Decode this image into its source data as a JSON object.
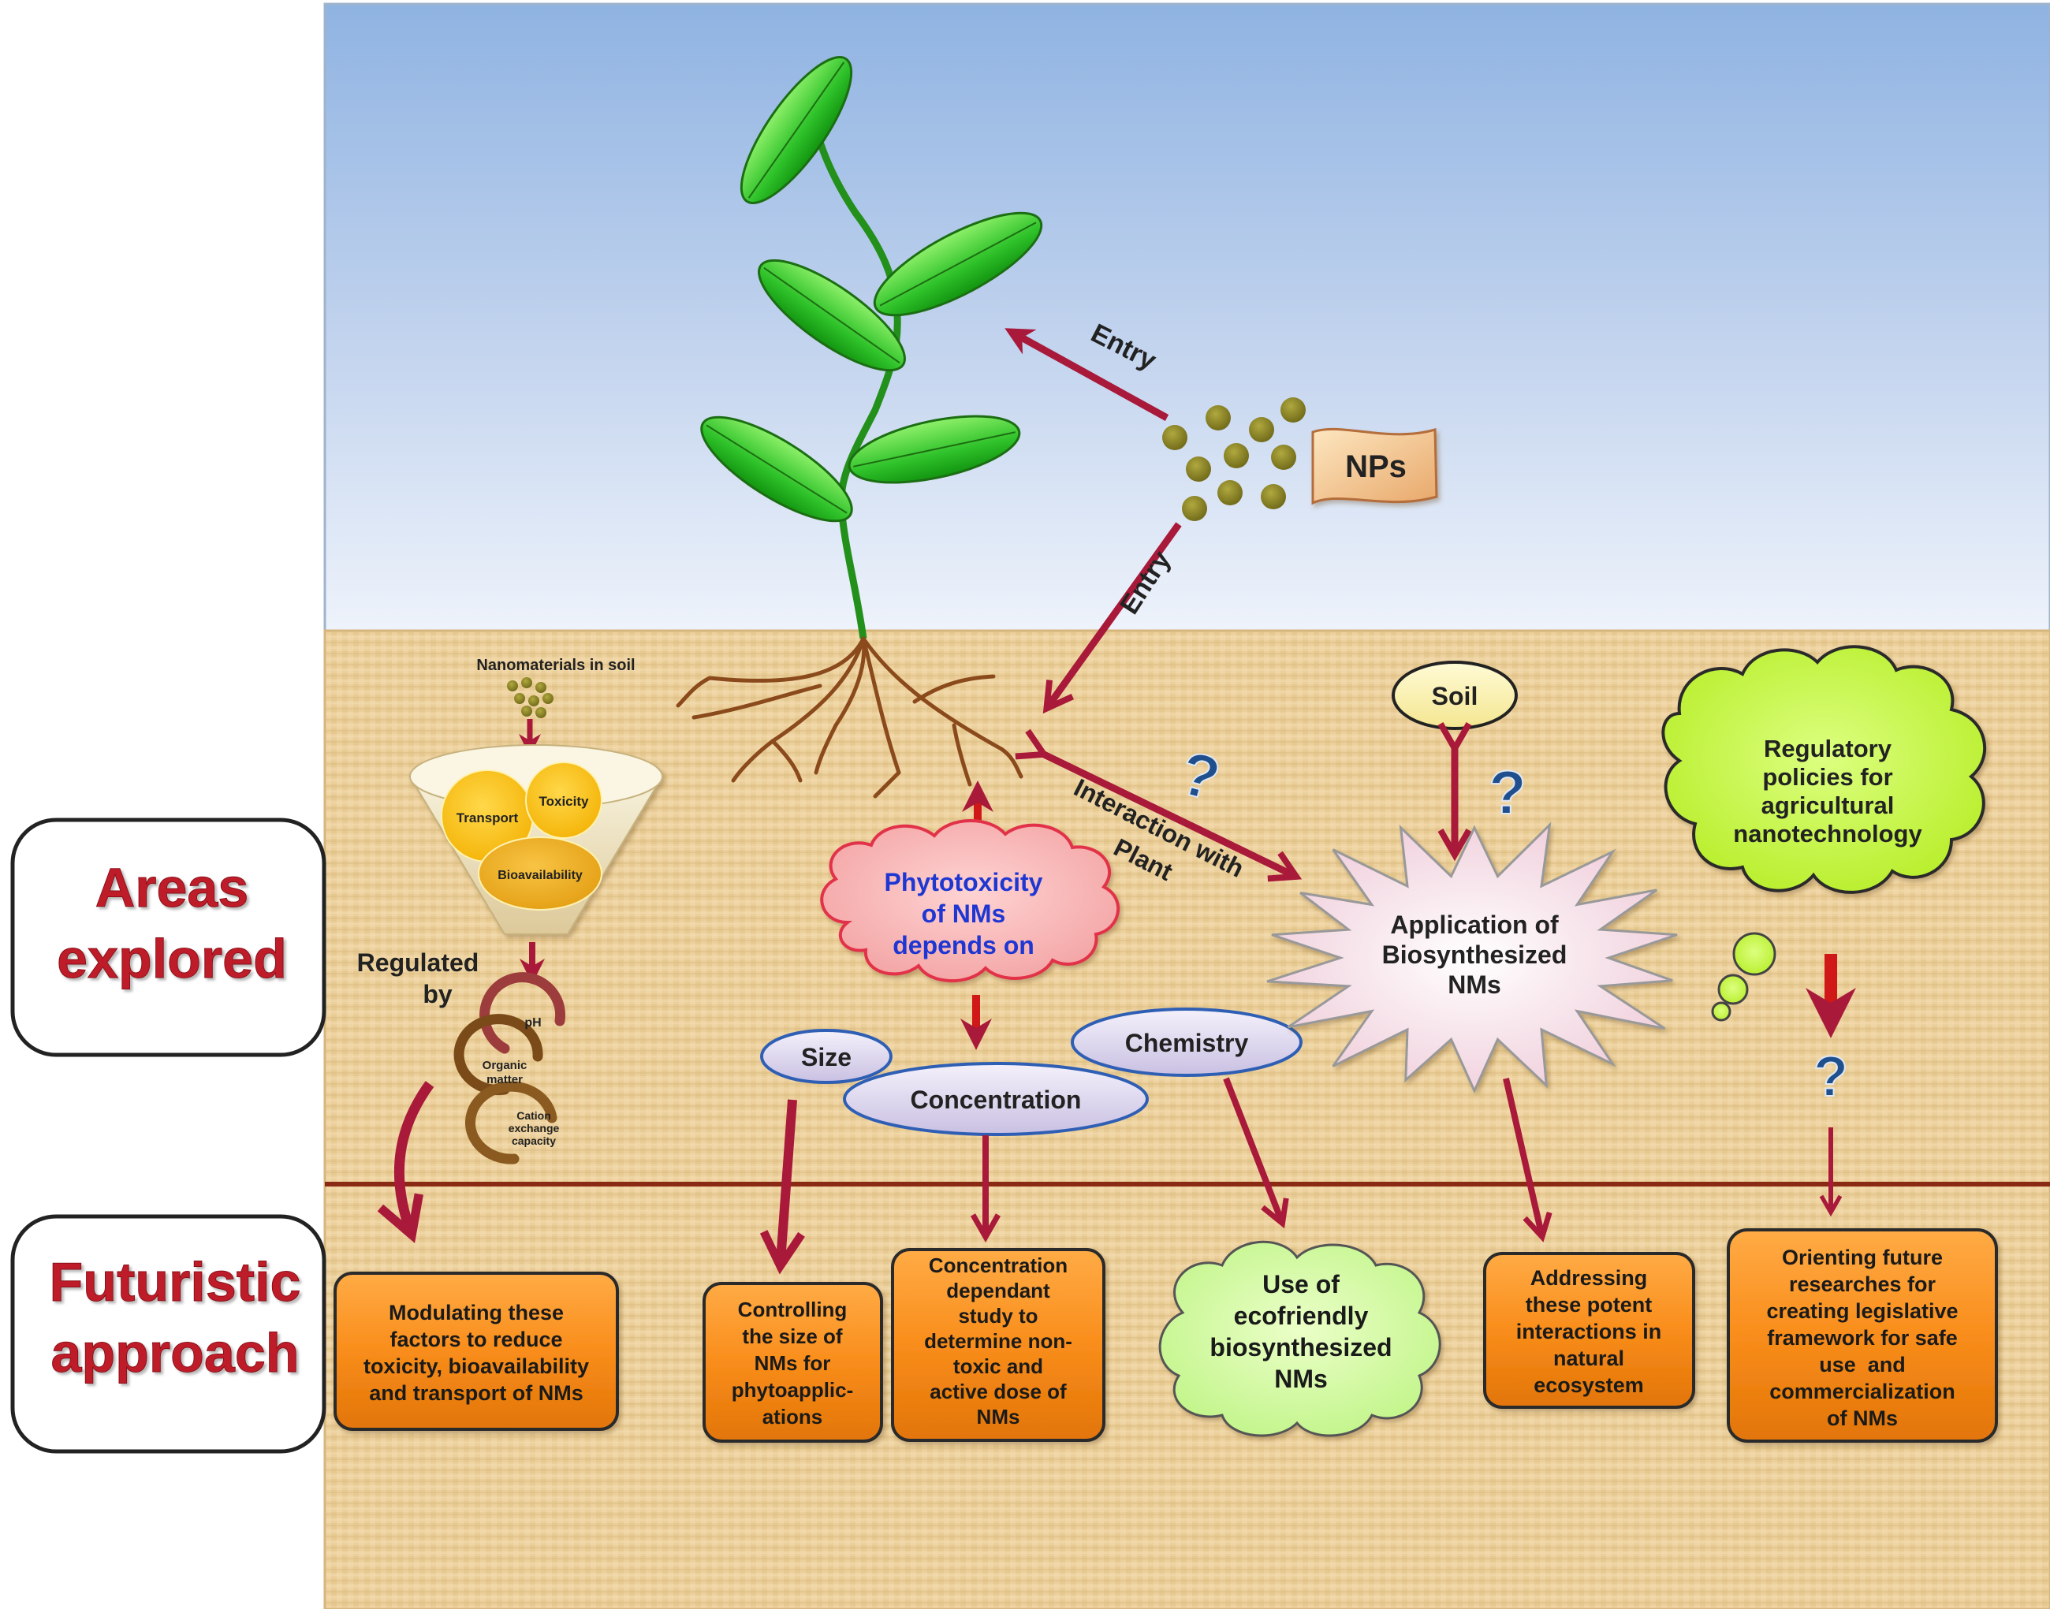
{
  "side_labels": {
    "areas": [
      "Areas",
      "explored"
    ],
    "future": [
      "Futuristic",
      "approach"
    ]
  },
  "np_label": "NPs",
  "entry_top": "Entry",
  "entry_side": "Entry",
  "interaction": [
    "Interaction with",
    "Plant"
  ],
  "question_mark": "?",
  "soil_nm": {
    "title": "Nanomaterials in soil",
    "transport": "Transport",
    "toxicity": "Toxicity",
    "bioavailability": "Bioavailability",
    "regulated": [
      "Regulated",
      "by"
    ],
    "ph": "pH",
    "organic": [
      "Organic",
      "matter"
    ],
    "cec": [
      "Cation",
      "exchange",
      "capacity"
    ]
  },
  "phyto": [
    "Phytotoxicity",
    "of NMs",
    "depends on"
  ],
  "factors": {
    "size": "Size",
    "concentration": "Concentration",
    "chemistry": "Chemistry"
  },
  "soil_label": "Soil",
  "application": [
    "Application of",
    "Biosynthesized",
    "NMs"
  ],
  "regulatory": [
    "Regulatory",
    "policies for",
    "agricultural",
    "nanotechnology"
  ],
  "future_boxes": {
    "modulating": [
      "Modulating these",
      "factors to reduce",
      "toxicity, bioavailability",
      "and transport of NMs"
    ],
    "controlling": [
      "Controlling",
      "the size of",
      "NMs for",
      "phytoapplic-",
      "ations"
    ],
    "concentration": [
      "Concentration",
      "dependant",
      "study to",
      "determine non-",
      "toxic and",
      "active dose of",
      "NMs"
    ],
    "ecofriendly": [
      "Use of",
      "ecofriendly",
      "biosynthesized",
      "NMs"
    ],
    "addressing": [
      "Addressing",
      "these potent",
      "interactions in",
      "natural",
      "ecosystem"
    ],
    "orienting": [
      "Orienting future",
      "researches for",
      "creating legislative",
      "framework for safe",
      "use  and",
      "commercialization",
      "of NMs"
    ]
  }
}
